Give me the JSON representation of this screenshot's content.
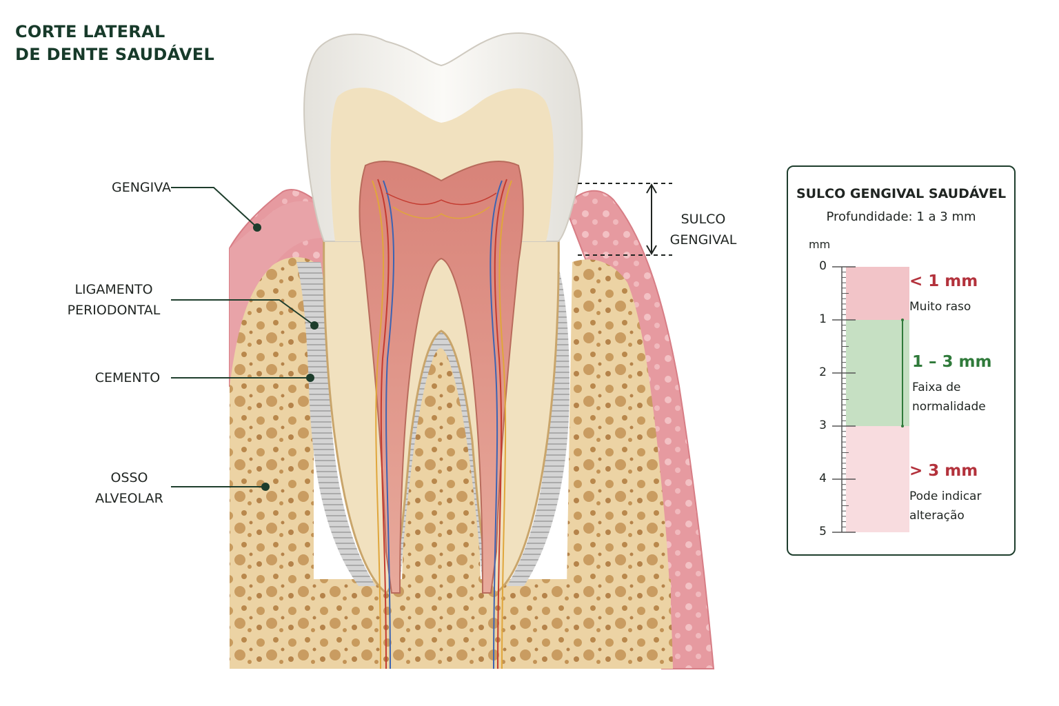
{
  "title": {
    "line1": "CORTE LATERAL",
    "line2": "DE DENTE SAUDÁVEL"
  },
  "labels": {
    "gengiva": "GENGIVA",
    "ligamento_l1": "LIGAMENTO",
    "ligamento_l2": "PERIODONTAL",
    "cemento": "CEMENTO",
    "osso_l1": "OSSO",
    "osso_l2": "ALVEOLAR",
    "sulco_l1": "SULCO",
    "sulco_l2": "GENGIVAL"
  },
  "card": {
    "title": "SULCO GENGIVAL SAUDÁVEL",
    "subtitle": "Profundidade: 1 a 3 mm",
    "unit": "mm",
    "scale": {
      "min": 0,
      "max": 5,
      "ticks": [
        "0",
        "1",
        "2",
        "3",
        "4",
        "5"
      ]
    },
    "bands": [
      {
        "from": 0,
        "to": 1,
        "heading": "< 1 mm",
        "text_l1": "Muito raso",
        "text_l2": "",
        "color": "#f2c4c8",
        "heading_color": "#b3323c"
      },
      {
        "from": 1,
        "to": 3,
        "heading": "1 – 3 mm",
        "text_l1": "Faixa de",
        "text_l2": "normalidade",
        "color": "#c6e0c3",
        "heading_color": "#2f7a3a"
      },
      {
        "from": 3,
        "to": 5,
        "heading": "> 3 mm",
        "text_l1": "Pode indicar",
        "text_l2": "alteração",
        "color": "#f8dcdf",
        "heading_color": "#b3323c"
      }
    ]
  },
  "colors": {
    "title": "#173a2a",
    "leader": "#1d3d2c",
    "gum": "#e7a1a6",
    "bone": "#ecd3a4",
    "enamel": "#f3f1ec",
    "dentin": "#f1e1bf",
    "pulp": "#d98a7e",
    "ligament": "#c9c9c9"
  },
  "icons": [
    "leader-dot",
    "dimension-arrow"
  ]
}
